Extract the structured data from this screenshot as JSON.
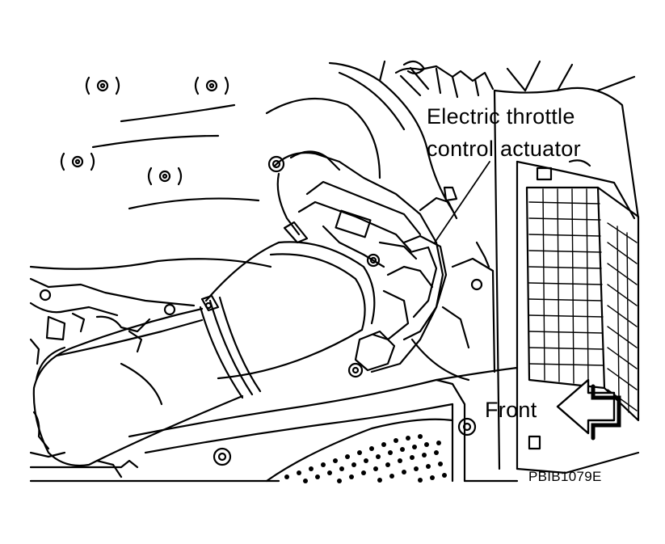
{
  "callout": {
    "line1": "Electric throttle",
    "line2": "control actuator"
  },
  "direction": {
    "label": "Front"
  },
  "figure_code": "PBIB1079E",
  "colors": {
    "ink": "#000000",
    "paper": "#ffffff"
  },
  "icons": {
    "direction_arrow": "left-arrow-icon"
  }
}
